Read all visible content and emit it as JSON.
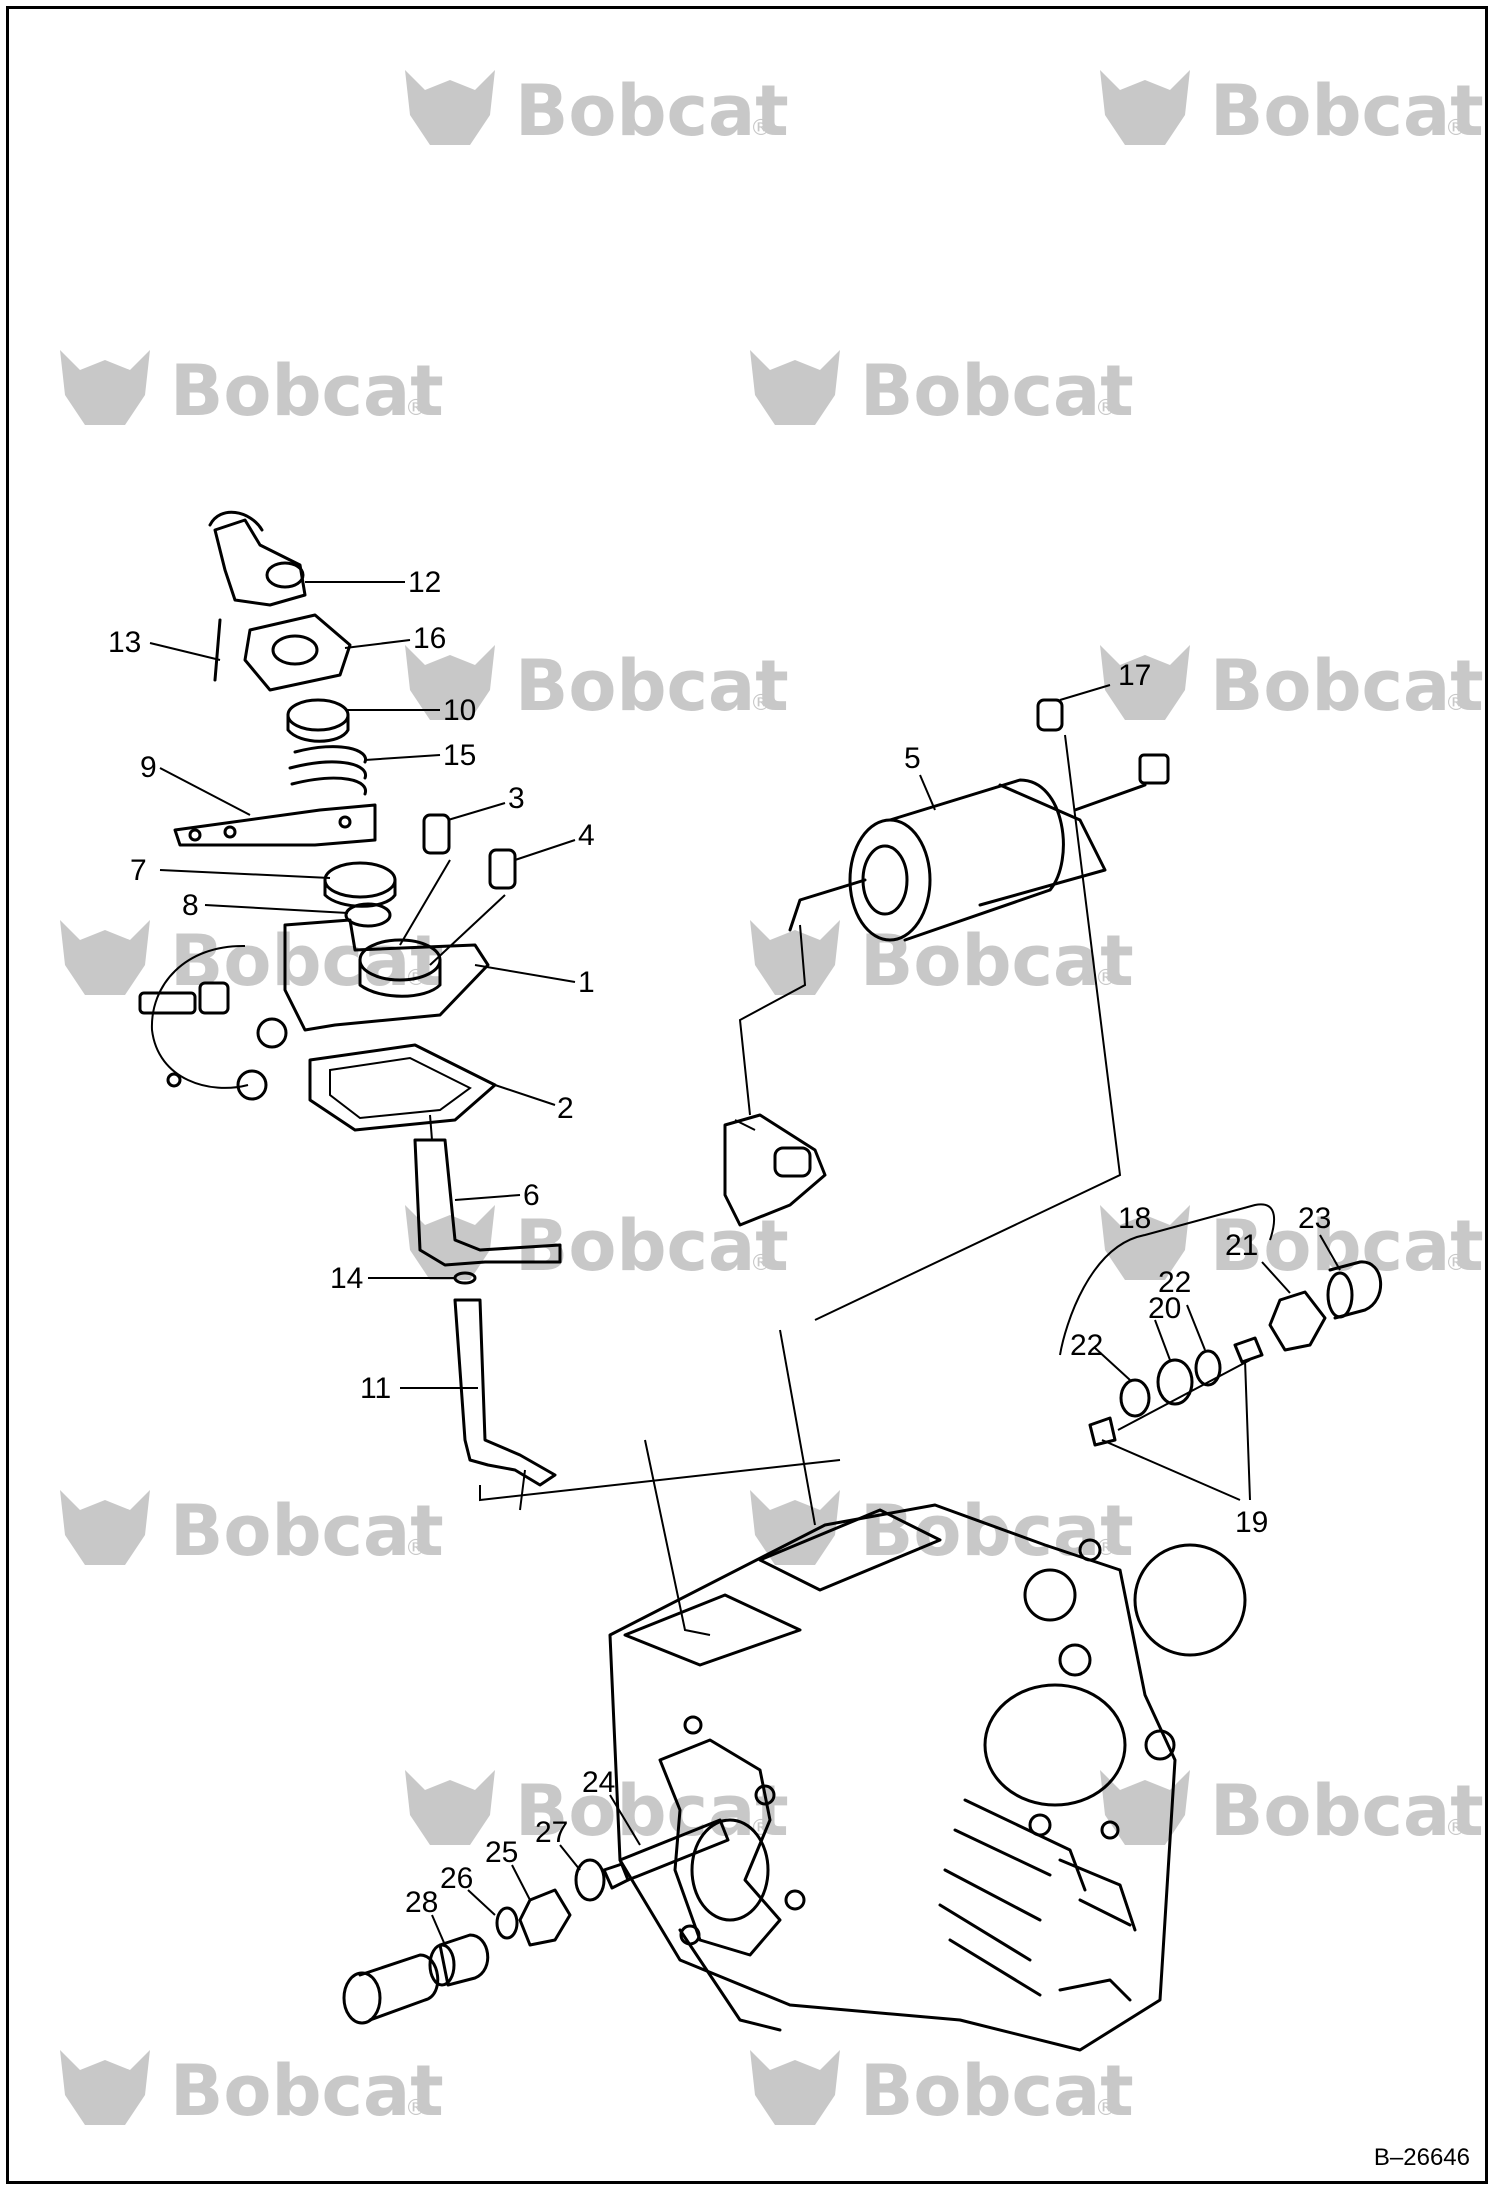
{
  "watermark": {
    "text": "Bobcat",
    "mark": "®",
    "icon": "bobcat-head-icon",
    "color": "#c8c8c8"
  },
  "callouts": [
    "1",
    "2",
    "3",
    "4",
    "5",
    "6",
    "7",
    "8",
    "9",
    "10",
    "11",
    "12",
    "13",
    "14",
    "15",
    "16",
    "17",
    "18",
    "19",
    "20",
    "21",
    "22",
    "22",
    "23",
    "24",
    "25",
    "26",
    "27",
    "28"
  ],
  "figure_number": "B–26646"
}
